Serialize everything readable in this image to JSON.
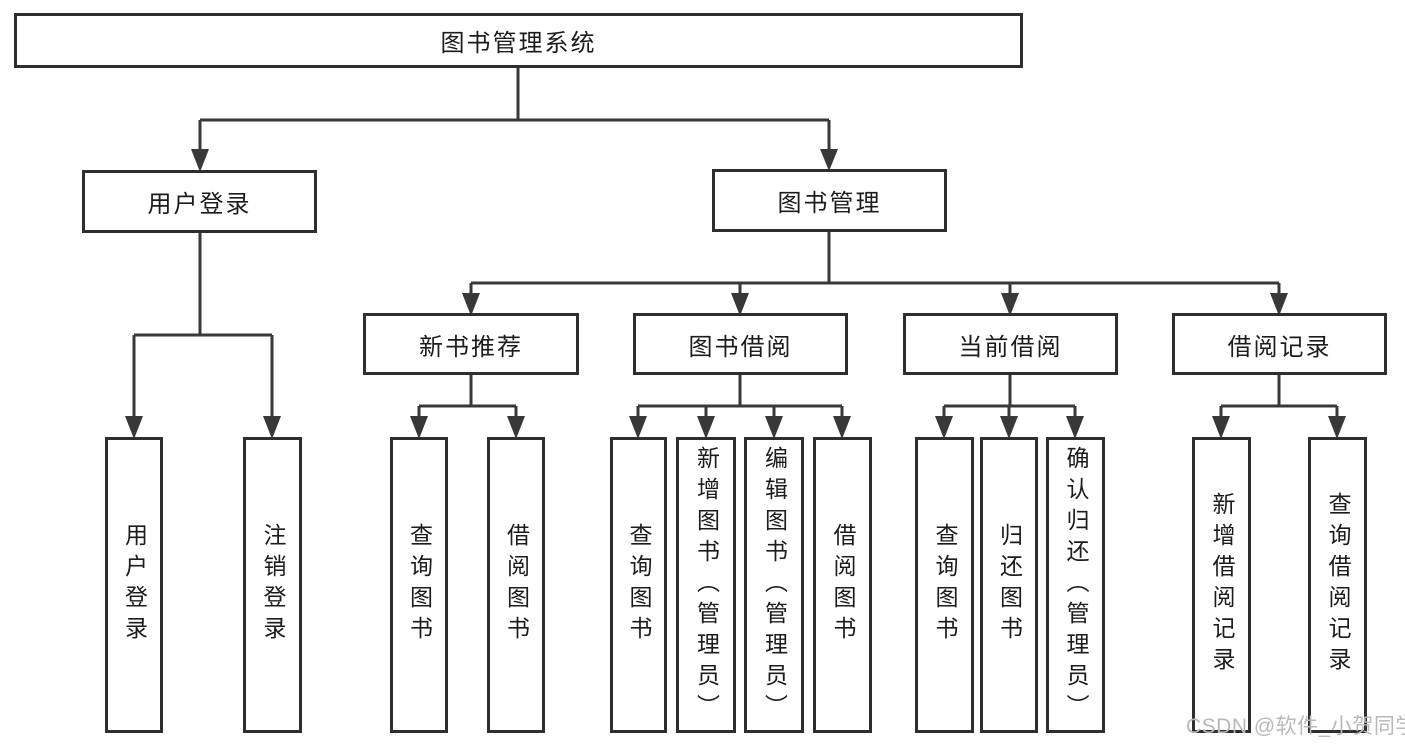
{
  "nodes": {
    "root": {
      "label": "图书管理系统"
    },
    "level2": [
      {
        "label": "用户登录"
      },
      {
        "label": "图书管理"
      }
    ],
    "level3": [
      {
        "label": "新书推荐"
      },
      {
        "label": "图书借阅"
      },
      {
        "label": "当前借阅"
      },
      {
        "label": "借阅记录"
      }
    ],
    "leaves": [
      {
        "label": "用户登录"
      },
      {
        "label": "注销登录"
      },
      {
        "label": "查询图书"
      },
      {
        "label": "借阅图书"
      },
      {
        "label": "查询图书"
      },
      {
        "label": "新增图书（管理员）"
      },
      {
        "label": "编辑图书（管理员）"
      },
      {
        "label": "借阅图书"
      },
      {
        "label": "查询图书"
      },
      {
        "label": "归还图书"
      },
      {
        "label": "确认归还（管理员）"
      },
      {
        "label": "新增借阅记录"
      },
      {
        "label": "查询借阅记录"
      }
    ]
  },
  "watermark": {
    "text": "CSDN @软件_小贺同学"
  },
  "colors": {
    "line": "#383838",
    "box_border": "#2e2e2e",
    "text": "#1c1c1c",
    "watermark": "#b9b9b9",
    "background": "#ffffff"
  }
}
